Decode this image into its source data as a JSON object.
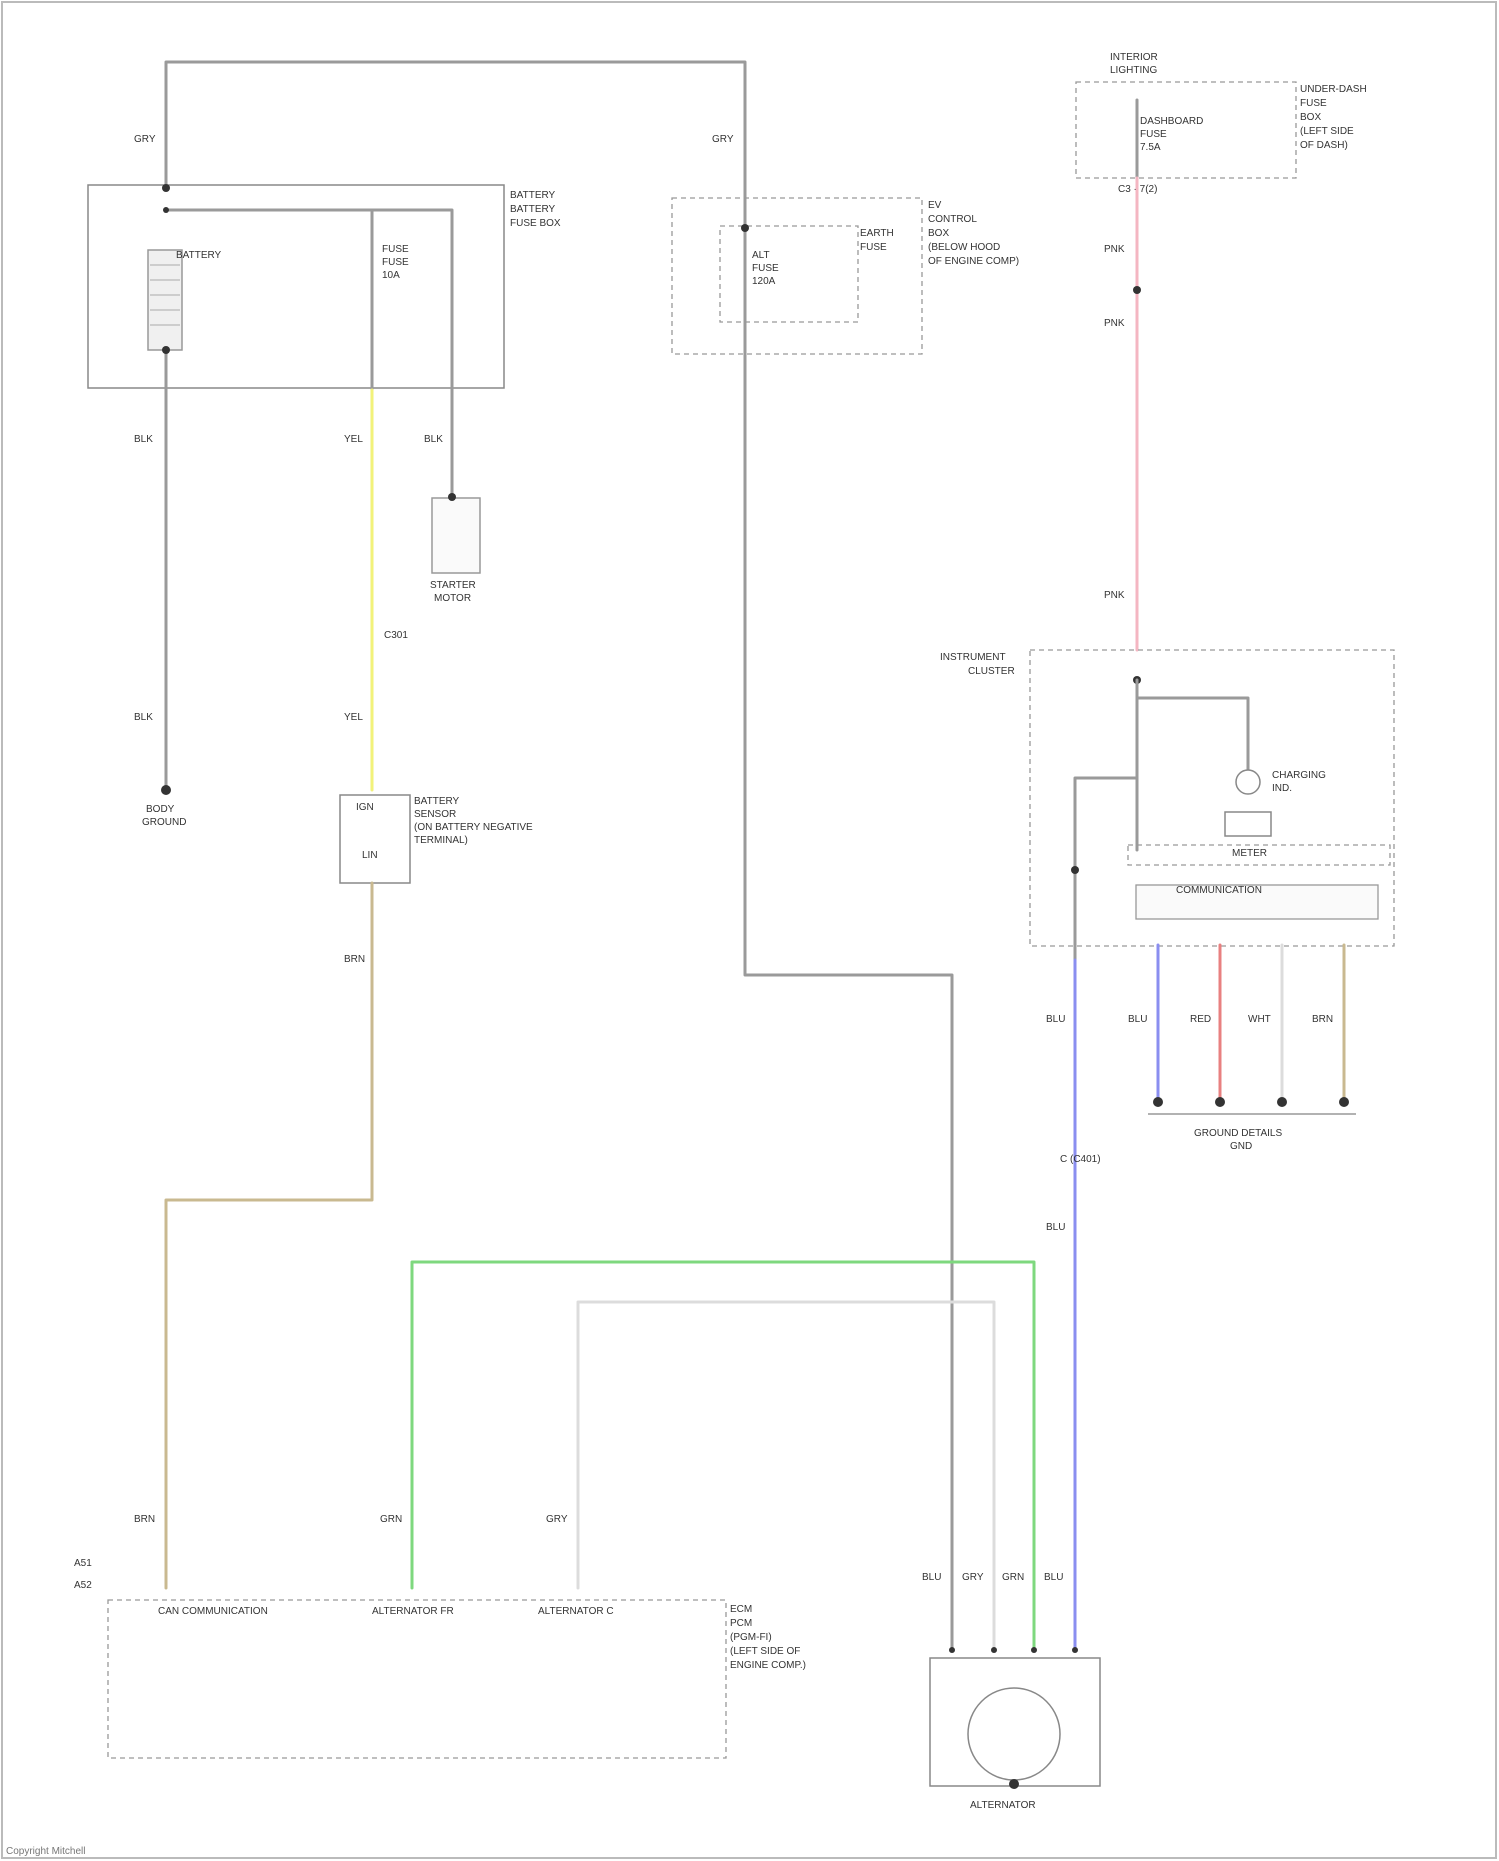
{
  "diagram": {
    "colors": {
      "grn_wire": "#7ed87e",
      "pnk_wire": "#f4b6c2",
      "blu_wire": "#8a8ef0",
      "red_wire": "#e88080",
      "yel_wire": "#f2f27a",
      "brn_wire": "#c9b990",
      "gry_wire": "#9a9a9a",
      "wht_wire": "#dcdcdc"
    },
    "components": {
      "battery_box_label": [
        "BATTERY",
        "BATTERY",
        "FUSE BOX"
      ],
      "battery_label": "BATTERY",
      "fuse_small": [
        "FUSE",
        "FUSE",
        "10A"
      ],
      "battery_sensor_label": [
        "BATTERY",
        "SENSOR",
        "(ON BATTERY NEGATIVE",
        "TERMINAL)"
      ],
      "battery_sensor_pins": [
        "IGN",
        "LIN"
      ],
      "fuse_box_2_label": [
        "EV",
        "CONTROL",
        "BOX",
        "(BELOW HOOD",
        "OF ENGINE COMP)"
      ],
      "fuse_box_2_inner": [
        "EARTH",
        "FUSE"
      ],
      "fuse_box_2_pins": [
        "ALT",
        "FUSE",
        "120A"
      ],
      "starter_motor": [
        "STARTER",
        "MOTOR"
      ],
      "body_ground": [
        "BODY",
        "GROUND"
      ],
      "top_right_box_label": [
        "UNDER-DASH",
        "FUSE",
        "BOX",
        "(LEFT SIDE",
        "OF DASH)"
      ],
      "top_right_title": [
        "INTERIOR",
        "LIGHTING"
      ],
      "top_right_fuse": [
        "DASHBOARD",
        "FUSE",
        "7.5A"
      ],
      "instrument_cluster": [
        "INSTRUMENT",
        "CLUSTER"
      ],
      "charging_ind": [
        "CHARGING",
        "IND."
      ],
      "meter_label": "METER",
      "comm_box": "COMMUNICATION",
      "ground_label": [
        "GROUND DETAILS",
        "GND"
      ],
      "pcm_label": [
        "ECM",
        "PCM",
        "(PGM-FI)",
        "(LEFT SIDE OF",
        "ENGINE COMP.)"
      ],
      "pcm_pins": [
        "CAN COMMUNICATION",
        "ALTERNATOR FR",
        "ALTERNATOR C"
      ],
      "alternator_label": "ALTERNATOR",
      "copyright": "Copyright Mitchell"
    },
    "wire_labels": {
      "gry_top_left": "GRY",
      "gry_top_right": "GRY",
      "blk_left": "BLK",
      "yel_mid": "YEL",
      "blk_starter": "BLK",
      "yel_lower": "YEL",
      "blk_ground": "BLK",
      "brn_lower": "BRN",
      "pnk_top": "PNK",
      "pnk_mid": "PNK",
      "pnk_low": "PNK",
      "blu_left": "BLU",
      "blu_2": "BLU",
      "red": "RED",
      "wht": "WHT",
      "brn_right": "BRN",
      "blu_low": "BLU",
      "bl_main": "BLU",
      "brn_pcm": "BRN",
      "grn_pcm": "GRN",
      "gry_pcm": "GRY",
      "alt_pins": [
        "BLU",
        "GRY",
        "GRN",
        "BLU"
      ]
    }
  }
}
